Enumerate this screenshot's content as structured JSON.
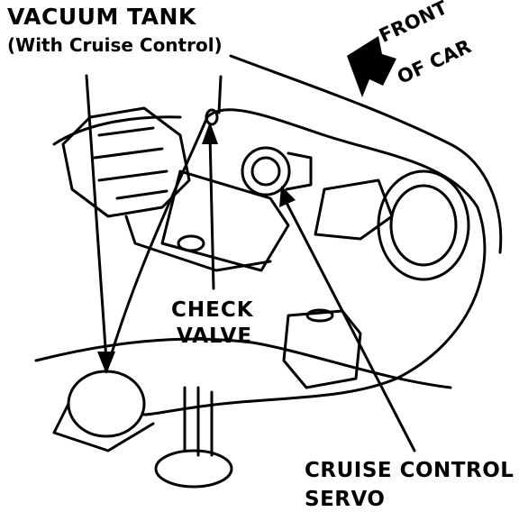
{
  "labels": {
    "vacuum_tank": "VACUUM TANK",
    "vacuum_tank_note": "(With Cruise Control)",
    "check_valve_line1": "CHECK",
    "check_valve_line2": "VALVE",
    "servo_line1": "CRUISE CONTROL",
    "servo_line2": "SERVO",
    "front_line1": "FRONT",
    "front_line2": "OF CAR"
  },
  "colors": {
    "ink": "#000000",
    "paper": "#ffffff"
  }
}
